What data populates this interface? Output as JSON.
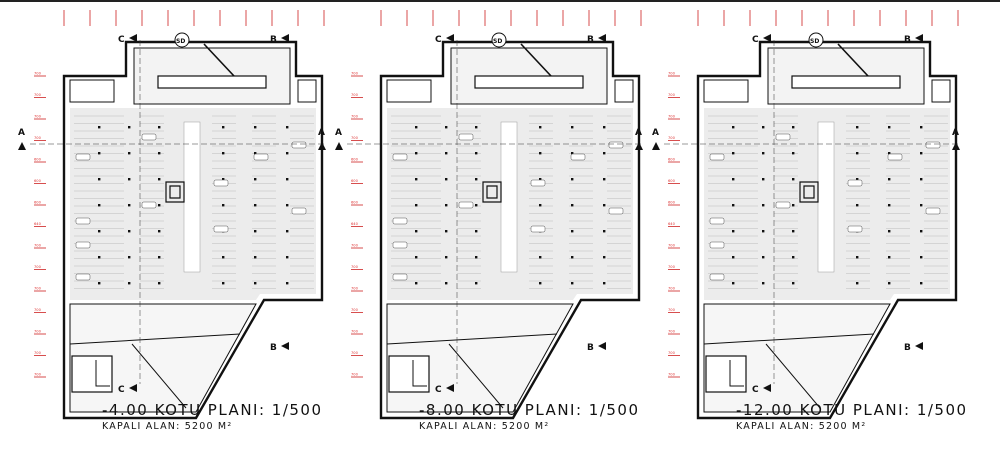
{
  "panels": [
    {
      "title": "-4.00 KOTU PLANI: 1/500",
      "area": "KAPALI ALAN: 5200 M²"
    },
    {
      "title": "-8.00 KOTU PLANI: 1/500",
      "area": "KAPALI ALAN: 5200 M²"
    },
    {
      "title": "-12.00 KOTU PLANI: 1/500",
      "area": "KAPALI ALAN: 5200 M²"
    }
  ],
  "section_marks": {
    "a": "A",
    "b": "B",
    "c": "C",
    "sd": "SD"
  },
  "grid_labels": [
    "700",
    "700",
    "700",
    "700",
    "600",
    "600",
    "600",
    "640",
    "700",
    "700",
    "700",
    "700",
    "700",
    "700",
    "700"
  ],
  "colors": {
    "grid": "#d33a3a",
    "wall": "#111111",
    "floor": "#ececec",
    "line": "#bbbbbb"
  }
}
